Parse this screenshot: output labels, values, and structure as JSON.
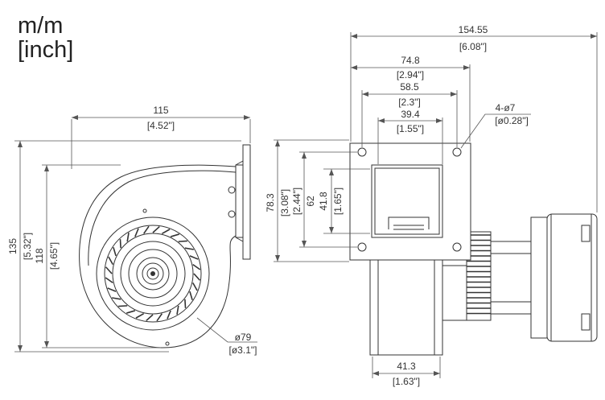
{
  "units": {
    "line1": "m/m",
    "line2": "[inch]"
  },
  "dimensions": {
    "overall_width": {
      "mm": "154.55",
      "inch": "[6.08\"]"
    },
    "flange_width": {
      "mm": "74.8",
      "inch": "[2.94\"]"
    },
    "hole_spacing_h": {
      "mm": "58.5",
      "inch": "[2.3\"]"
    },
    "outlet_width": {
      "mm": "39.4",
      "inch": "[1.55\"]"
    },
    "hole_callout": {
      "count": "4-ø7",
      "inch": "[ø0.28\"]"
    },
    "side_depth": {
      "mm": "115",
      "inch": "[4.52\"]"
    },
    "overall_height": {
      "mm": "135",
      "inch": "[5.32\"]"
    },
    "housing_height": {
      "mm": "118",
      "inch": "[4.65\"]"
    },
    "flange_height": {
      "mm": "78.3",
      "inch": "[3.08\"]"
    },
    "hole_spacing_v": {
      "mm": "62",
      "inch": "[2.44\"]"
    },
    "outlet_height": {
      "mm": "41.8",
      "inch": "[1.65\"]"
    },
    "inlet_diameter": {
      "mm": "ø79",
      "inch": "[ø3.1\"]"
    },
    "motor_width": {
      "mm": "41.3",
      "inch": "[1.63\"]"
    }
  }
}
